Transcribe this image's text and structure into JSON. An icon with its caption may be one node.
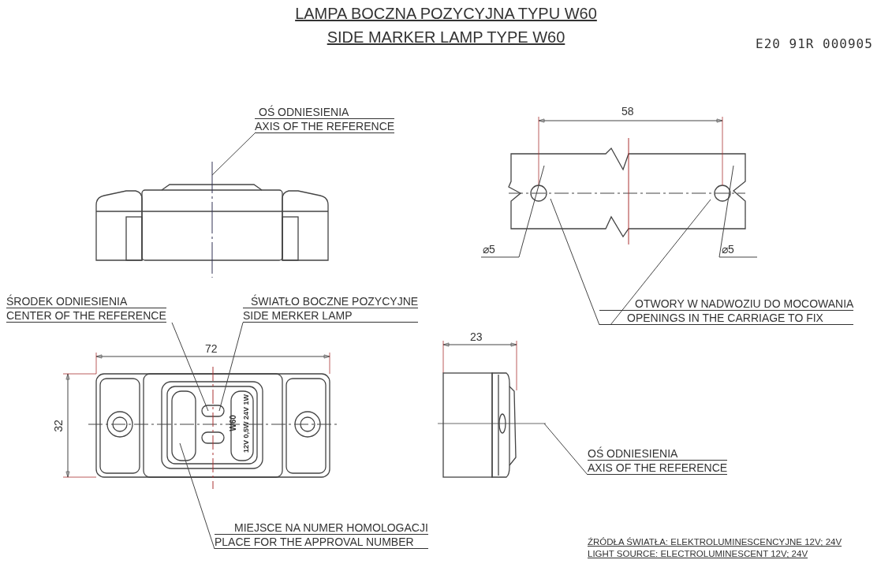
{
  "diagram": {
    "title": "LAMPA  BOCZNA POZYCYJNA TYPU W60",
    "nodes": [
      {
        "text": [
          "OŚ ODNIESIENIA",
          "AXIS OF THE REFERENCE"
        ]
      },
      {
        "text": [
          "ŚRODEK ODNIESIENIA",
          "CENTER OF THE REFERENCE"
        ]
      },
      {
        "text": [
          "ŚWIATŁO BOCZNE POZYCYJNE",
          "SIDE MERKER LAMP"
        ]
      },
      {
        "text": [
          "OTWORY W NADWOZIU DO MOCOWANIA",
          "OPENINGS IN THE CARRIAGE TO FIX"
        ]
      },
      {
        "text": [
          "OŚ ODNIESIENIA",
          "AXIS OF THE REFERENCE"
        ]
      },
      {
        "text": [
          "MIEJSCE NA NUMER HOMOLOGACJI",
          "PLACE FOR THE APPROVAL NUMBER"
        ]
      },
      {
        "text": [],
        "shape": "picture"
      }
    ],
    "edges": [
      {
        "from": 0,
        "to": null,
        "arrow": "none"
      },
      {
        "from": 3,
        "to": null,
        "arrow": "none"
      },
      {
        "from": 3,
        "to": null,
        "arrow": "none"
      },
      {
        "from": 1,
        "to": null,
        "arrow": "none"
      },
      {
        "from": 2,
        "to": null,
        "arrow": "none"
      },
      {
        "from": 4,
        "to": 6,
        "arrow": "none"
      },
      {
        "from": 5,
        "to": null,
        "arrow": "none"
      }
    ],
    "labels": [
      "SIDE MARKER LAMP TYPE W60",
      "E20 91R 000905",
      "58",
      "⌀5",
      "⌀5",
      "72",
      "32",
      "23",
      "W60",
      "12V 0,5W 24V 1W",
      "ŹRÓDŁA ŚWIATŁA: ELEKTROLUMINESCENCYJNE 12V; 24V",
      "LIGHT SOURCE: ELECTROLUMINESCENT  12V; 24V"
    ]
  }
}
